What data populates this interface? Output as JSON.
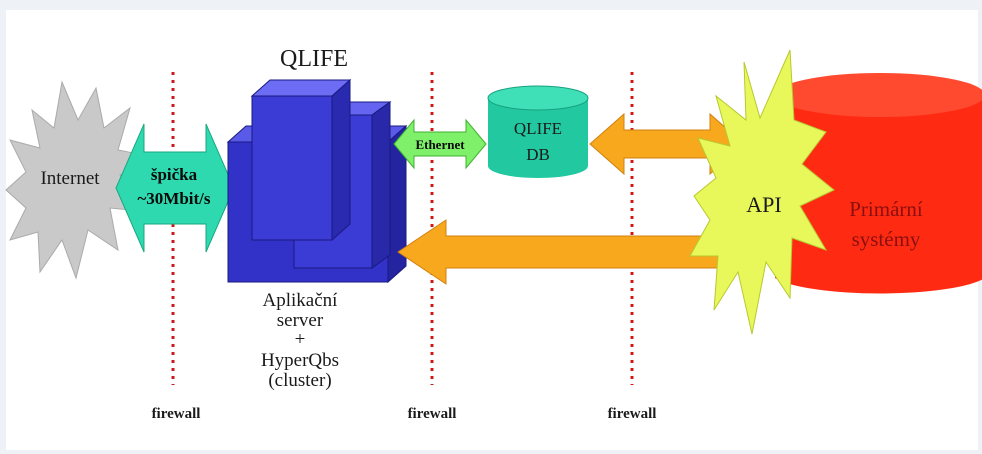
{
  "diagram": {
    "title": "QLIFE",
    "internet_label": "Internet",
    "speed_label_line1": "špička",
    "speed_label_line2": "~30Mbit/s",
    "ethernet_label": "Ethernet",
    "db_label_line1": "QLIFE",
    "db_label_line2": "DB",
    "api_label": "API",
    "primary_label_line1": "Primární",
    "primary_label_line2": "systémy",
    "server_label_line1": "Aplikační",
    "server_label_line2": "server",
    "server_label_line3": "+",
    "server_label_line4": "HyperQbs",
    "server_label_line5": "(cluster)",
    "firewalls": [
      "firewall",
      "firewall",
      "firewall"
    ]
  },
  "colors": {
    "internet_cloud": "#c9c9c9",
    "speed_arrow": "#2ed9b0",
    "ethernet_arrow": "#7ef06a",
    "server_block": "#3b3bd6",
    "database": "#22c9a0",
    "orange_arrow": "#f7a81c",
    "api_star": "#e8f85a",
    "primary_cylinder": "#ff2a12",
    "firewall_line": "#d01818"
  }
}
